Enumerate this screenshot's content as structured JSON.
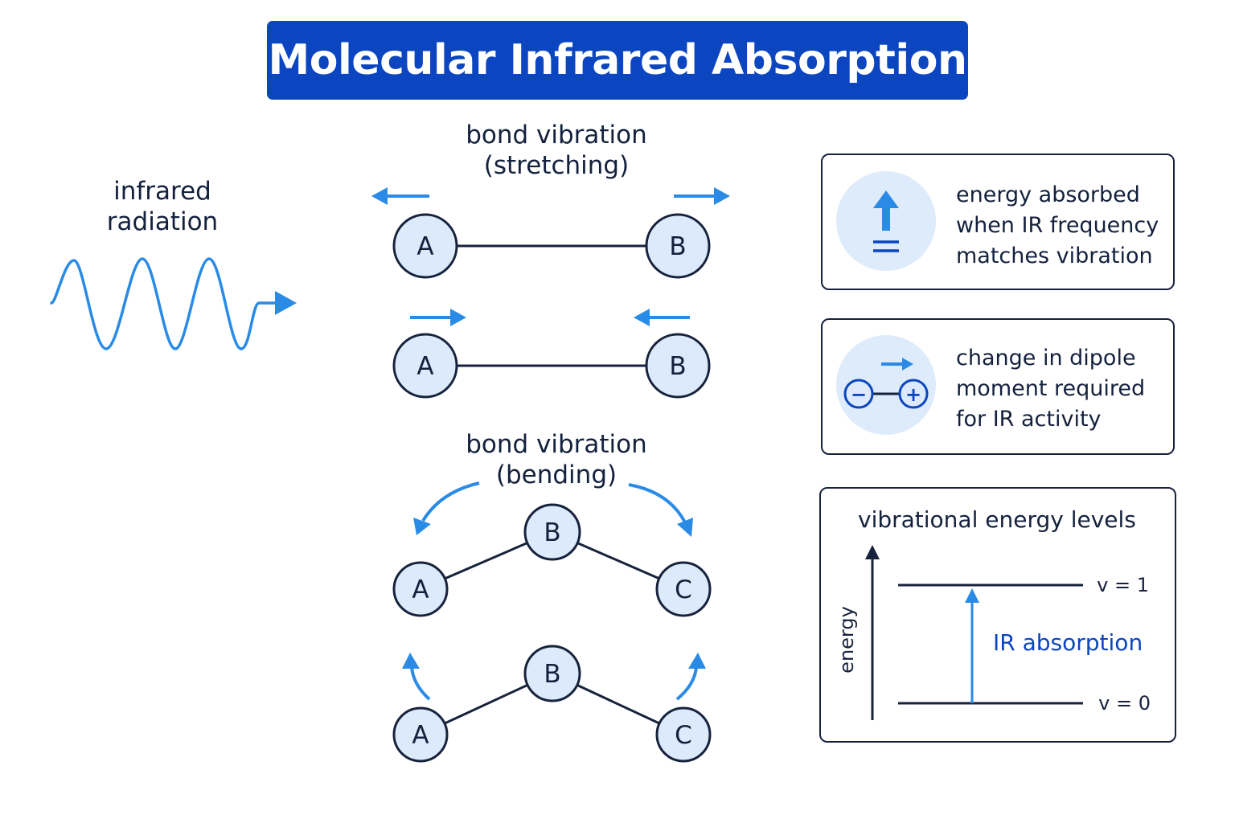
{
  "title": "Molecular Infrared Absorption",
  "radiation": {
    "line1": "infrared",
    "line2": "radiation"
  },
  "stretching": {
    "line1": "bond vibration",
    "line2": "(stretching)",
    "atoms": [
      "A",
      "B"
    ]
  },
  "bending": {
    "line1": "bond vibration",
    "line2": "(bending)",
    "atoms": [
      "A",
      "B",
      "C"
    ]
  },
  "cards": {
    "energy": {
      "line1": "energy absorbed",
      "line2": "when IR frequency",
      "line3": "matches vibration"
    },
    "dipole": {
      "line1": "change in dipole",
      "line2": "moment required",
      "line3": "for IR activity",
      "minus": "−",
      "plus": "+"
    },
    "levels": {
      "title": "vibrational energy levels",
      "axis_label": "energy",
      "upper": "v = 1",
      "lower": "v = 0",
      "transition": "IR absorption"
    }
  },
  "colors": {
    "accent_blue": "#2a8be6",
    "title_blue": "#0b45c0",
    "dark": "#17223d",
    "node_fill": "#dceafb"
  }
}
